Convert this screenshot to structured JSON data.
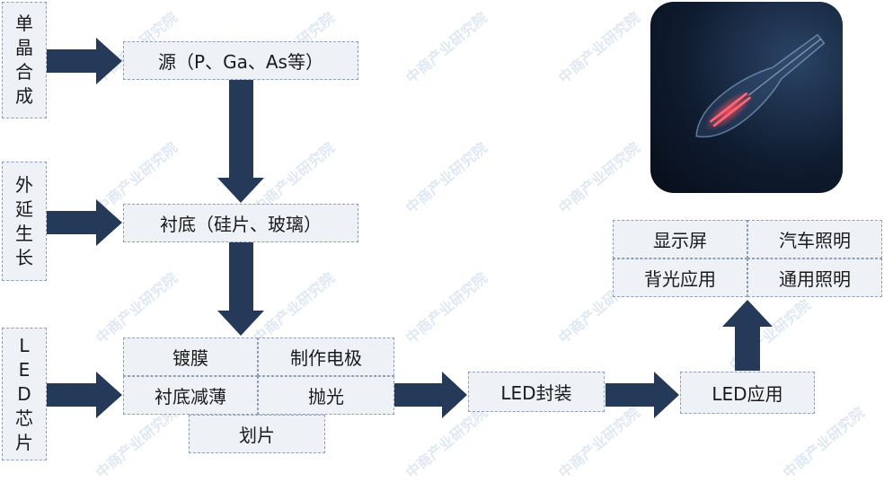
{
  "side_labels": {
    "single_crystal": "单晶合成",
    "epitaxy": "外延生长",
    "led_chip": "LED芯片"
  },
  "nodes": {
    "source": "源（P、Ga、As等）",
    "substrate": "衬底（硅片、玻璃）",
    "coating": "镀膜",
    "electrode": "制作电极",
    "thinning": "衬底减薄",
    "polishing": "抛光",
    "dicing": "划片",
    "packaging": "LED封装",
    "application": "LED应用"
  },
  "applications": {
    "display": "显示屏",
    "auto_lighting": "汽车照明",
    "backlight": "背光应用",
    "general_lighting": "通用照明"
  },
  "watermark": "中商产业研究院",
  "colors": {
    "arrow": "#253a59",
    "box_fill": "#eef1f6",
    "box_border": "#8f9fb8",
    "watermark": "#c6d7ea"
  }
}
